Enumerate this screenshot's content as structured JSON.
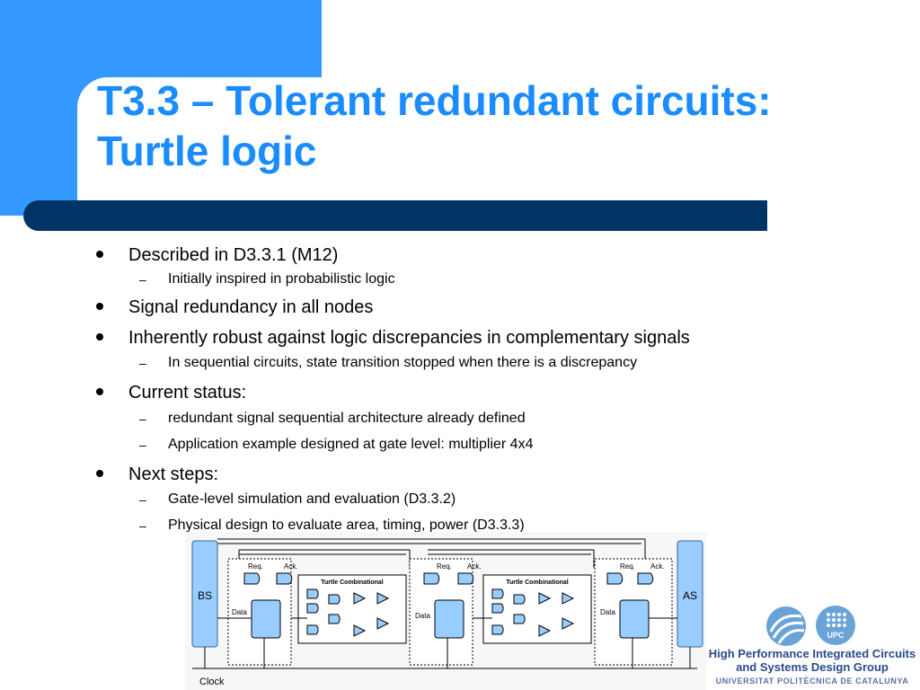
{
  "slide": {
    "title_line1": "T3.3 – Tolerant redundant circuits:",
    "title_line2": "Turtle logic"
  },
  "bullets": [
    {
      "text": "Described in D3.3.1 (M12)",
      "sub": [
        "Initially inspired in probabilistic logic"
      ]
    },
    {
      "text": "Signal redundancy in all nodes",
      "sub": []
    },
    {
      "text": "Inherently robust against logic discrepancies in complementary signals",
      "sub": [
        "In sequential circuits, state transition stopped when there is a discrepancy"
      ]
    },
    {
      "text": "Current status:",
      "sub": [
        "redundant signal sequential architecture already defined",
        "Application example designed at gate level: multiplier 4x4"
      ]
    },
    {
      "text": "Next steps:",
      "sub": [
        "Gate-level simulation and evaluation (D3.3.2)",
        "Physical design to evaluate area, timing, power (D3.3.3)"
      ]
    }
  ],
  "circuit": {
    "left_block": "BS",
    "right_block": "AS",
    "req": "Req.",
    "ack": "Ack.",
    "combinational": "Turtle Combinational",
    "data": "Data",
    "clock": "Clock"
  },
  "footer": {
    "line1": "High Performance Integrated Circuits",
    "line2": "and Systems Design Group",
    "line3": "UNIVERSITAT POLITÈCNICA DE CATALUNYA",
    "logo_label": "UPC"
  },
  "colors": {
    "accent_blue": "#3399ff",
    "title_blue": "#1a8cff",
    "bar_navy": "#003366",
    "block_blue": "#99ccff"
  }
}
